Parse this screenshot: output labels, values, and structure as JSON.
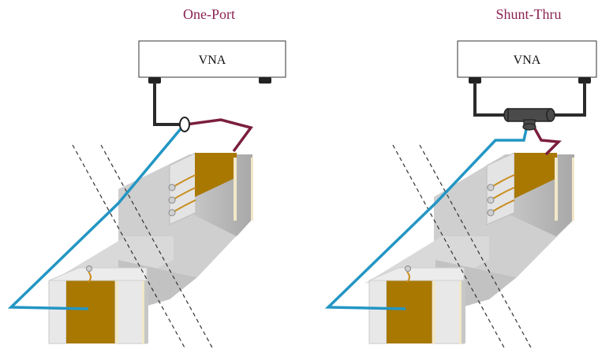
{
  "panels": [
    {
      "title": "One-Port",
      "instrument_label": "VNA",
      "configuration": "one-port"
    },
    {
      "title": "Shunt-Thru",
      "instrument_label": "VNA",
      "configuration": "shunt-thru"
    }
  ],
  "colors": {
    "title": "#8b2252",
    "signal_cable": "#2396c4",
    "return_cable": "#7b1e3c",
    "vna_cable": "#2b2b2b",
    "beam_light": "#dcdcdc",
    "beam_mid": "#bfbfbf",
    "beam_dark": "#a9a9a9",
    "copper_plate": "#a87800",
    "bond_wire": "#c98e1e"
  }
}
